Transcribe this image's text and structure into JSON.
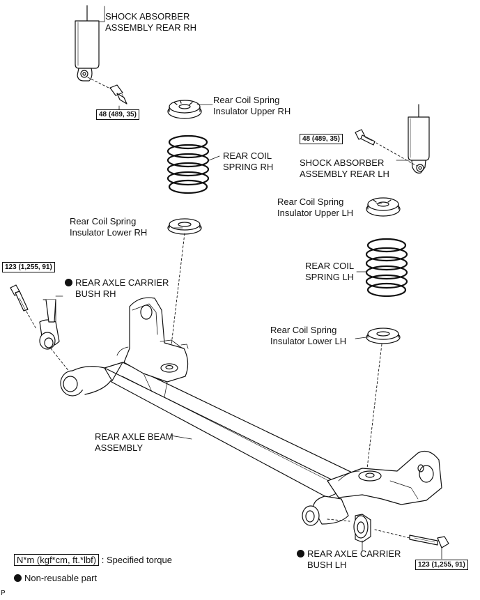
{
  "labels": {
    "shock_rh_line1": "SHOCK ABSORBER",
    "shock_rh_line2": "ASSEMBLY REAR RH",
    "ins_upper_rh_line1": "Rear Coil Spring",
    "ins_upper_rh_line2": "Insulator Upper RH",
    "spring_rh_line1": "REAR COIL",
    "spring_rh_line2": "SPRING RH",
    "shock_lh_line1": "SHOCK ABSORBER",
    "shock_lh_line2": "ASSEMBLY REAR LH",
    "ins_upper_lh_line1": "Rear Coil Spring",
    "ins_upper_lh_line2": "Insulator Upper LH",
    "ins_lower_rh_line1": "Rear Coil Spring",
    "ins_lower_rh_line2": "Insulator Lower RH",
    "spring_lh_line1": "REAR COIL",
    "spring_lh_line2": "SPRING LH",
    "bush_rh_line1": "REAR AXLE CARRIER",
    "bush_rh_line2": "BUSH RH",
    "ins_lower_lh_line1": "Rear Coil Spring",
    "ins_lower_lh_line2": "Insulator Lower LH",
    "beam_line1": "REAR AXLE BEAM",
    "beam_line2": "ASSEMBLY",
    "bush_lh_line1": "REAR AXLE CARRIER",
    "bush_lh_line2": "BUSH LH"
  },
  "torques": {
    "shock_rh_bolt": "48 (489, 35)",
    "shock_lh_bolt": "48 (489, 35)",
    "bush_rh_bolt": "123 (1,255, 91)",
    "bush_lh_bolt": "123 (1,255, 91)"
  },
  "legend": {
    "torque_unit": "N*m (kgf*cm, ft.*lbf)",
    "torque_desc": ": Specified torque",
    "nonreusable_desc": "Non-reusable part"
  },
  "corner_mark": "P"
}
